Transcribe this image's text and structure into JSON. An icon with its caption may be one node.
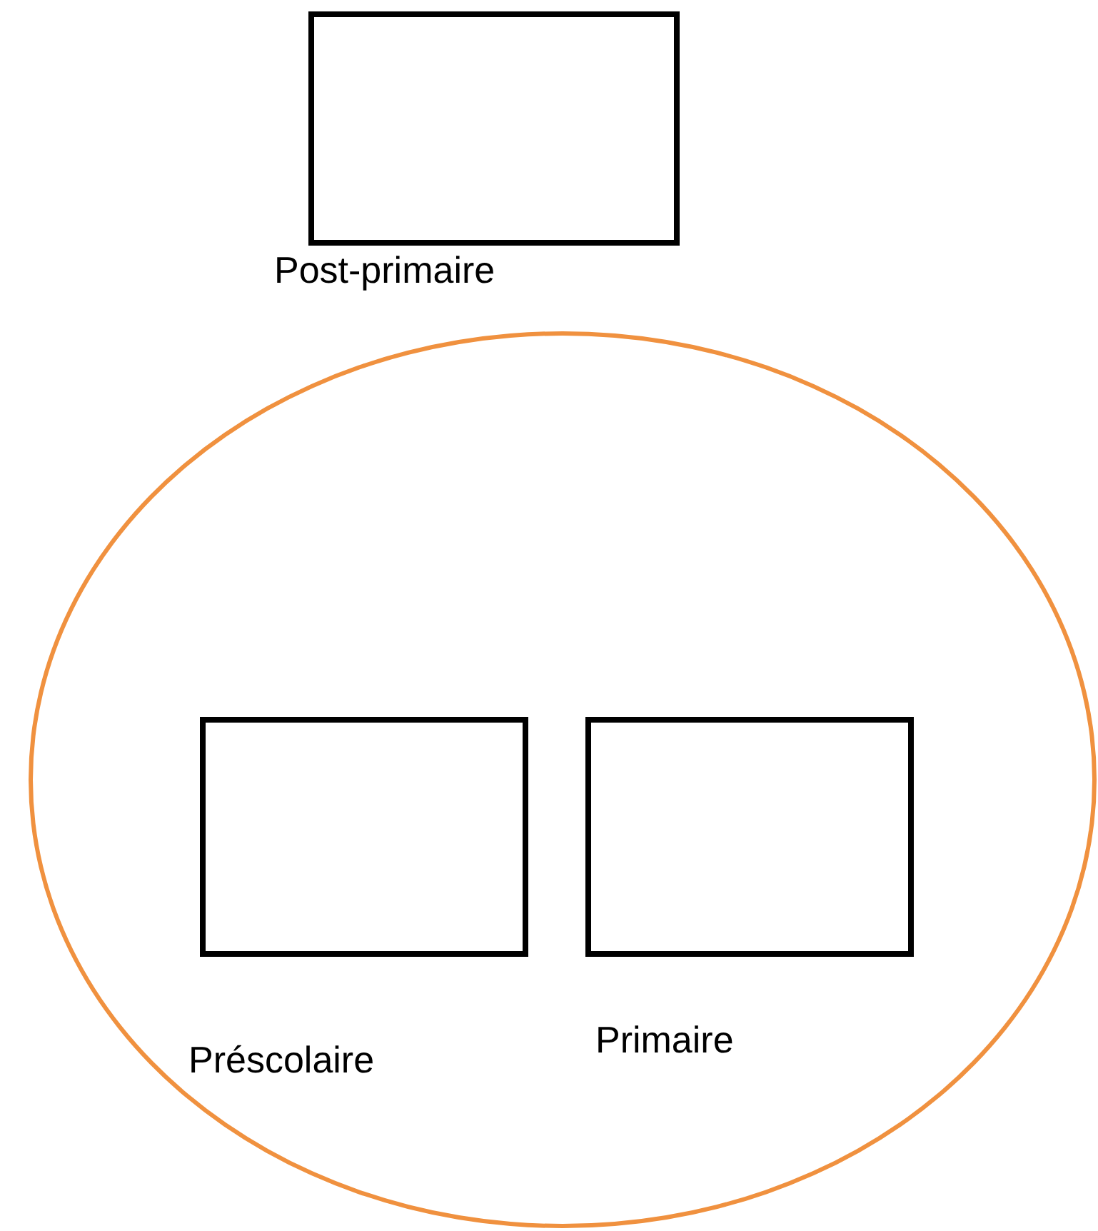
{
  "diagram": {
    "nodes": [
      {
        "text": [
          "Post-primaire"
        ]
      },
      {
        "text": [],
        "shape": "circle"
      },
      {
        "text": [
          "Préscolaire"
        ],
        "in": 1
      },
      {
        "text": [
          "Primaire"
        ],
        "in": 1
      }
    ]
  }
}
